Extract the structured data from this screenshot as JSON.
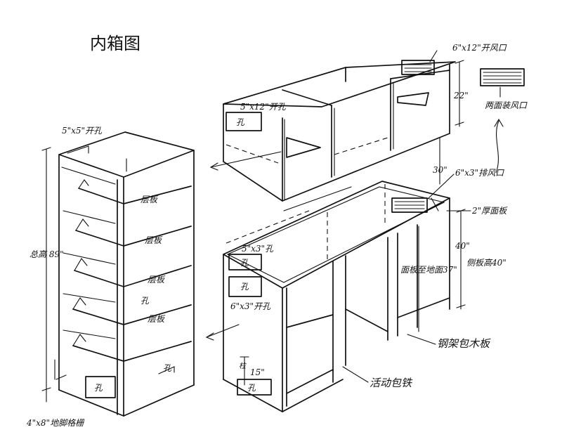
{
  "drawing": {
    "title": "内箱图",
    "tall_cabinet": {
      "top_hole": "5\"x5\"开孔",
      "height": "总高 89\"",
      "shelves": [
        "层板",
        "层板",
        "层板",
        "层板"
      ],
      "hole_1": "孔",
      "hole_2": "孔",
      "hole_3": "孔",
      "grille_note": "4\"x8\"地脚格栅"
    },
    "upper_cabinet": {
      "top_hole": "5\"x12\"开孔",
      "hole": "孔",
      "vent_size": "6\"x12\"开风口",
      "height": "22\"",
      "gap": "30\""
    },
    "vent_detail": {
      "label": "两面装风口"
    },
    "base_cabinet": {
      "vent_size": "6\"x3\"排风口",
      "top_panel": "2\"厚面板",
      "depth": "40\"",
      "side_depth": "侧板高40\"",
      "height": "面板至地面37\"",
      "top_hole": "5\"x3\"孔",
      "hole_1": "孔",
      "hole_2": "孔",
      "side_hole": "6\"x3\"开孔",
      "frame_note": "钢架包木板",
      "door_note": "活动包铁",
      "kick_height": "15\"",
      "kick_label": "柱",
      "bottom_hole": "孔"
    }
  }
}
